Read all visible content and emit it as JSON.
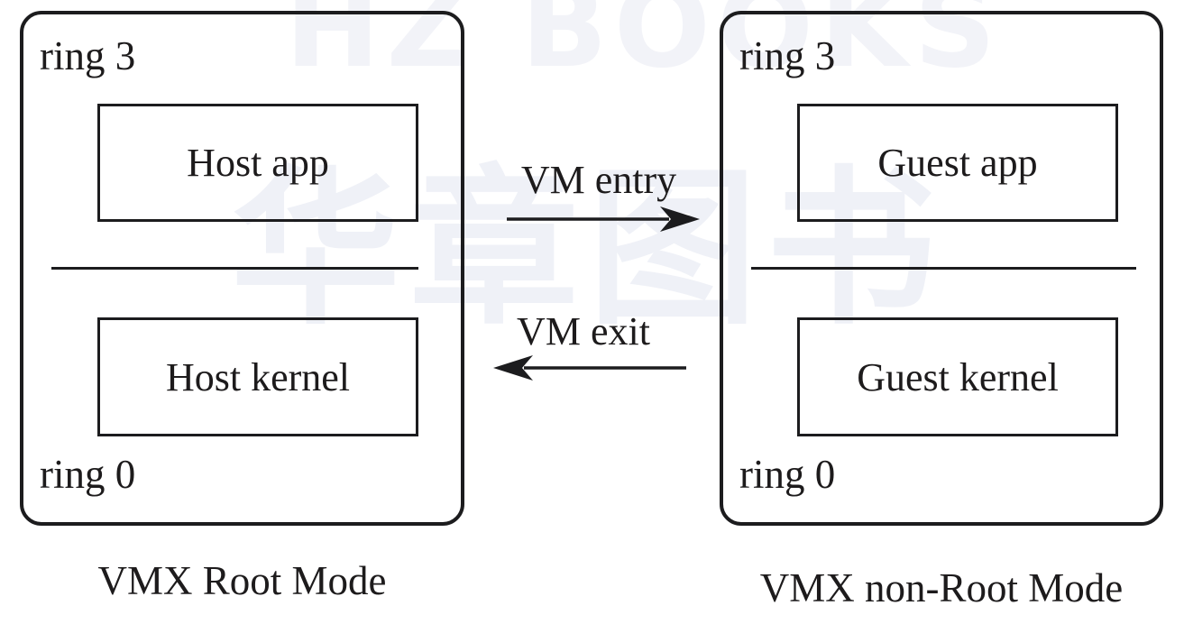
{
  "watermark": {
    "top_text": "HZ BOOKS",
    "center_text": "华章图书"
  },
  "panels": {
    "root": {
      "ring_top": "ring 3",
      "ring_bottom": "ring 0",
      "app_label": "Host app",
      "kernel_label": "Host kernel",
      "caption": "VMX Root Mode"
    },
    "non_root": {
      "ring_top": "ring 3",
      "ring_bottom": "ring 0",
      "app_label": "Guest app",
      "kernel_label": "Guest kernel",
      "caption": "VMX non-Root Mode"
    }
  },
  "arrows": {
    "entry_label": "VM entry",
    "exit_label": "VM exit"
  },
  "colors": {
    "ink": "#1c1c1e",
    "background": "#ffffff",
    "watermark_top": "#f2f3f8",
    "watermark_center": "#eff1f7"
  }
}
